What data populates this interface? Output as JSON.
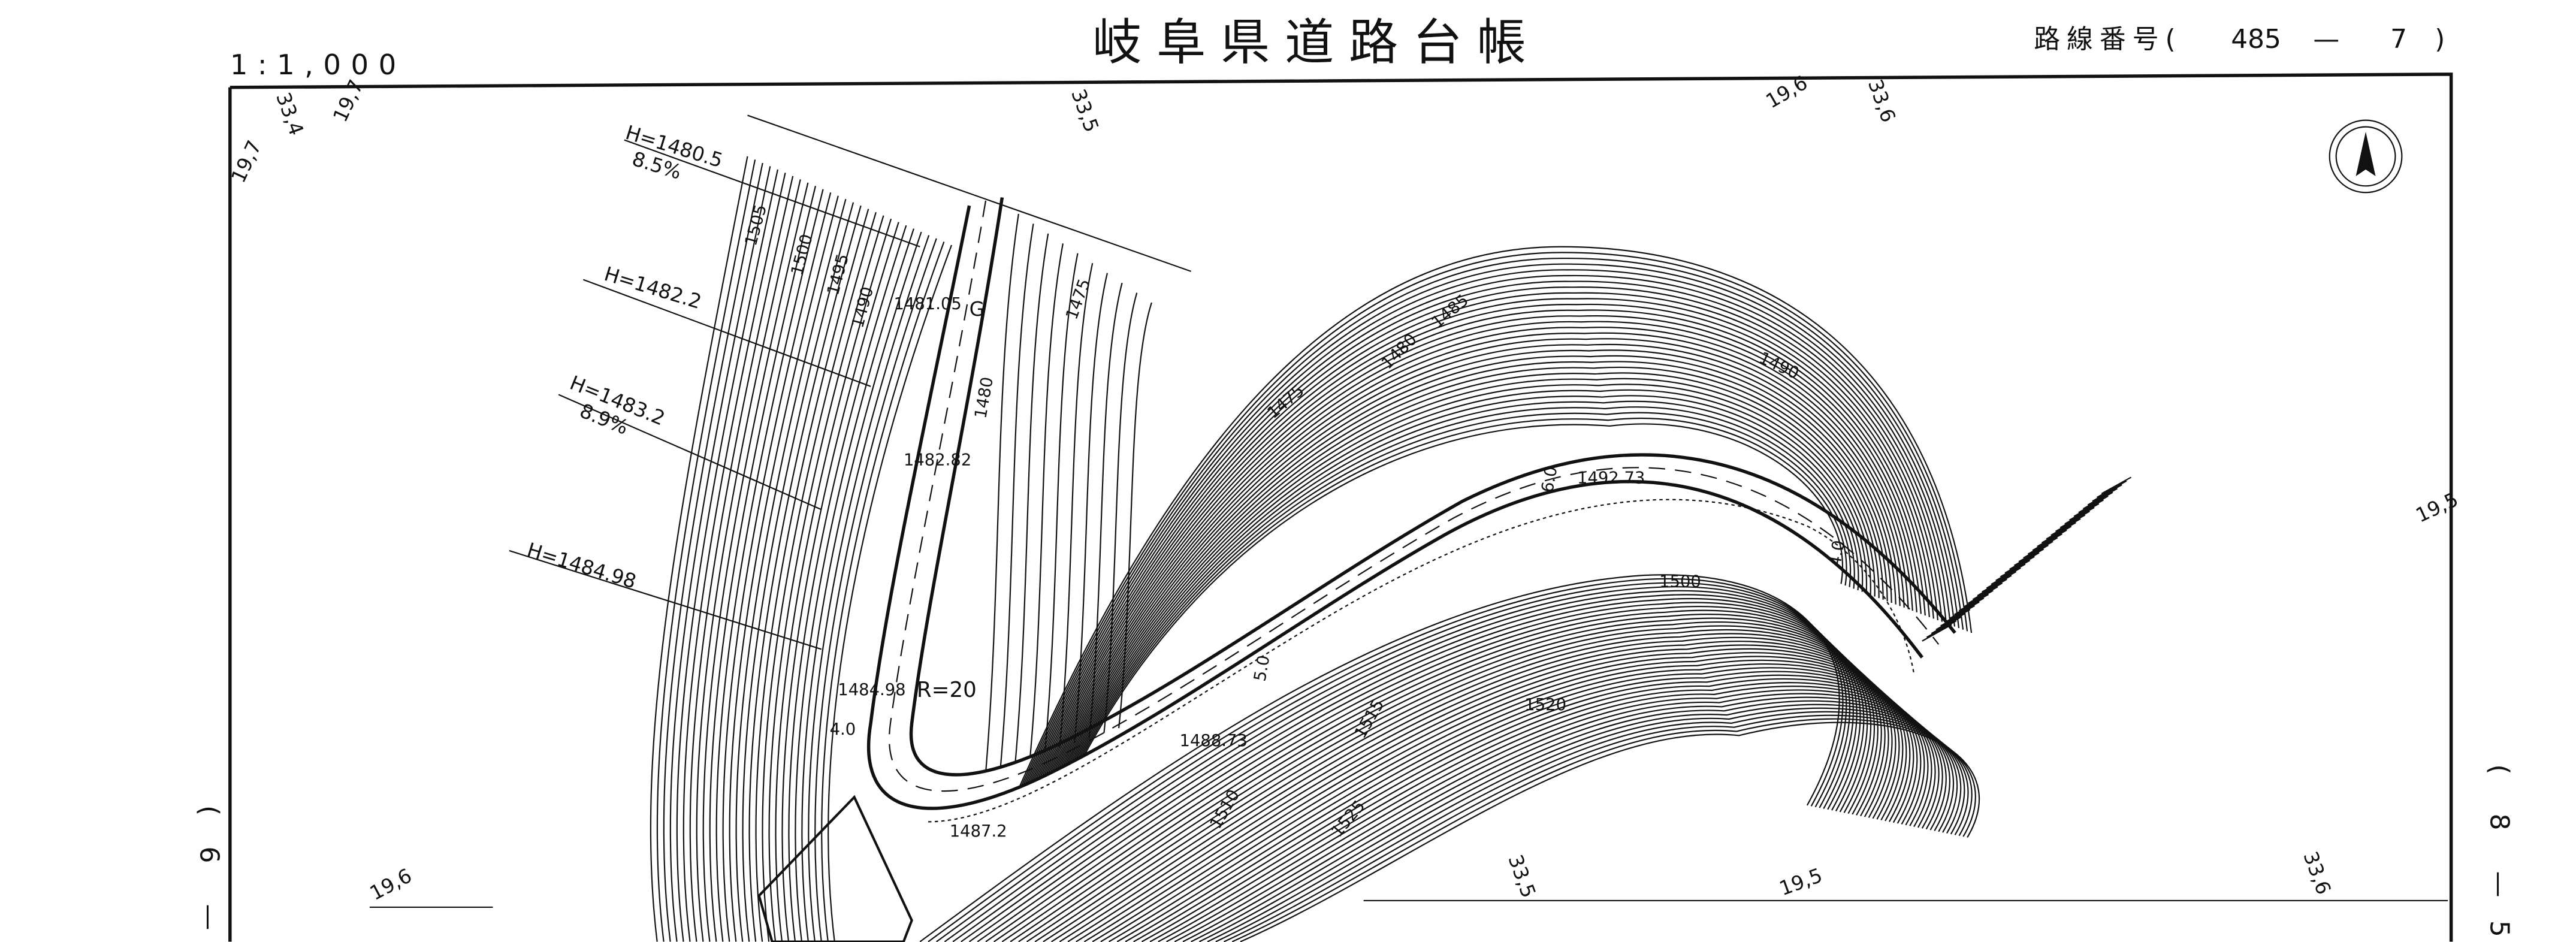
{
  "header": {
    "title": "岐阜県道路台帳",
    "scale": "1:1,000",
    "route_label": "路線番号(",
    "route_number": "485",
    "route_dash": "—",
    "route_section": "7",
    "route_close": ")"
  },
  "side_labels": {
    "left": [
      "(",
      "6",
      "—"
    ],
    "right": [
      "(",
      "8",
      "—",
      "5"
    ]
  },
  "grid_labels": [
    "33,4",
    "19,7",
    "19,7",
    "33,5",
    "19,6",
    "33,6",
    "19,5",
    "19,6",
    "33,5",
    "19,5",
    "33,6"
  ],
  "height_notes": [
    {
      "h": "H=1480.5",
      "grade": "8.5%"
    },
    {
      "h": "H=1482.2",
      "grade": ""
    },
    {
      "h": "H=1483.2",
      "grade": "8.9%"
    },
    {
      "h": "H=1484.98",
      "grade": ""
    }
  ],
  "elevations": [
    "1481.05",
    "1482.82",
    "1484.98",
    "R=20",
    "1487.2",
    "1488.73",
    "1492.73"
  ],
  "contours": [
    "1505",
    "1500",
    "1495",
    "1490",
    "1480",
    "1475",
    "1475",
    "1480",
    "1485",
    "1490",
    "1500",
    "1520",
    "1515",
    "1510",
    "1525"
  ],
  "map_symbols": [
    "G",
    "4.0",
    "6.0",
    "5.0",
    "4.0"
  ],
  "north_arrow": "north-arrow"
}
